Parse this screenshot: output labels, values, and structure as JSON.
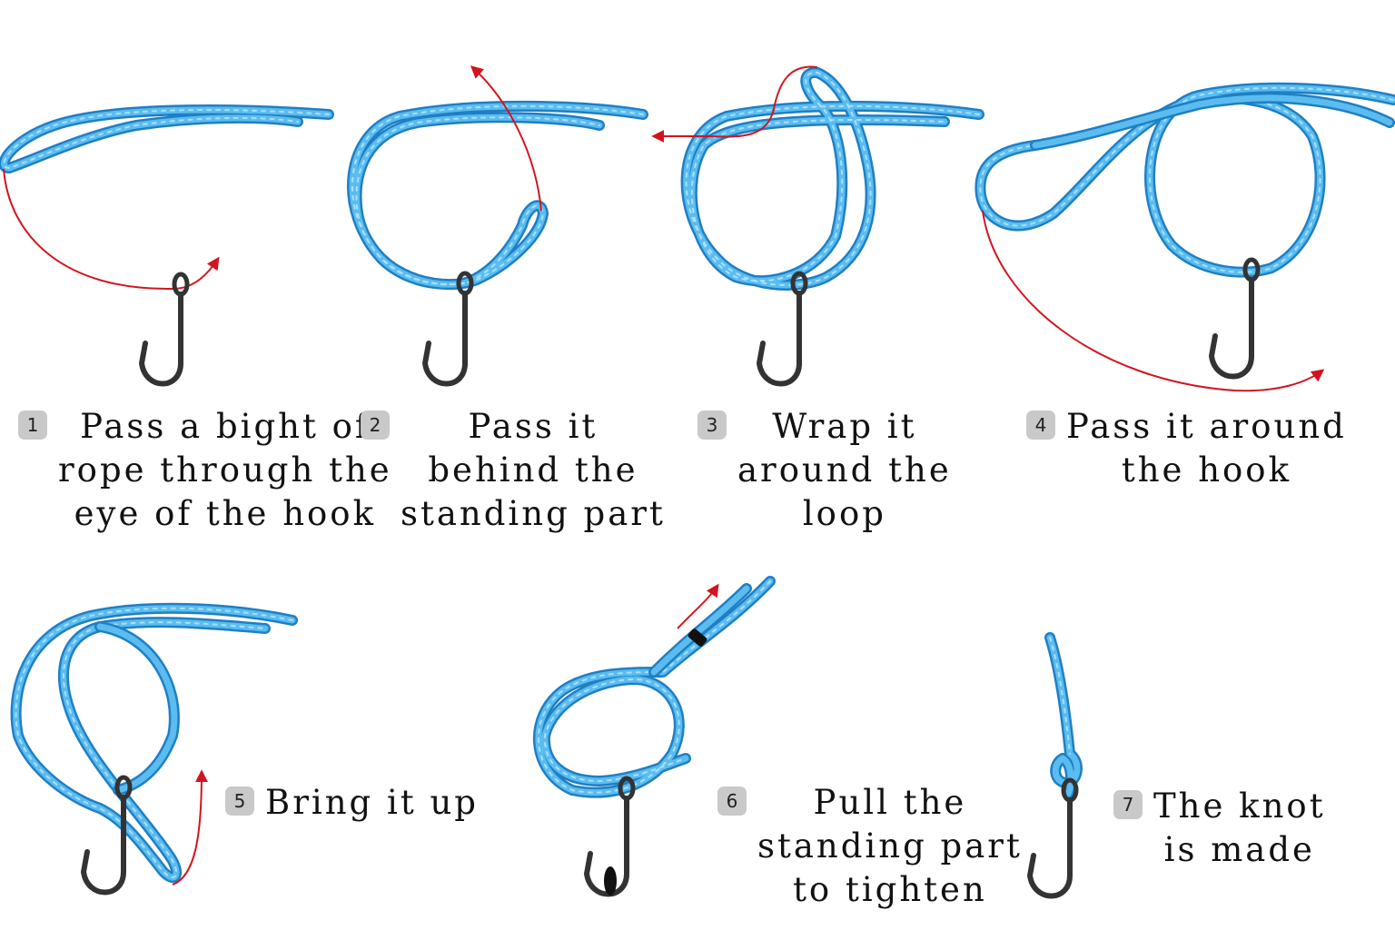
{
  "colors": {
    "rope": "#5bbcf0",
    "rope_edge": "#1f7fc4",
    "arrow": "#d3141e",
    "hook": "#333333",
    "badge": "#c9c9c9"
  },
  "steps": [
    {
      "number": "1",
      "text": "Pass a bight of\nrope through the\neye of the hook"
    },
    {
      "number": "2",
      "text": "Pass it\nbehind the\nstanding part"
    },
    {
      "number": "3",
      "text": "Wrap it\naround the\nloop"
    },
    {
      "number": "4",
      "text": "Pass it around\nthe hook"
    },
    {
      "number": "5",
      "text": "Bring it up"
    },
    {
      "number": "6",
      "text": "Pull the\nstanding part\nto tighten"
    },
    {
      "number": "7",
      "text": "The knot\nis made"
    }
  ]
}
